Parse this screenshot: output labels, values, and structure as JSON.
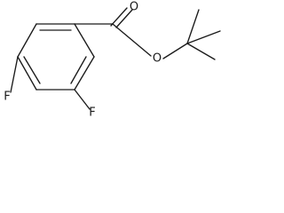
{
  "molecule": {
    "atoms": {
      "O_carbonyl": "O",
      "O_ester": "O",
      "F_4": "F",
      "F_2": "F"
    }
  }
}
